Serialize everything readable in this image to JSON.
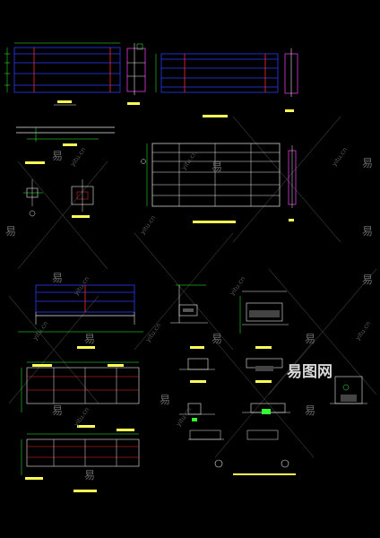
{
  "watermark": {
    "char": "易",
    "site": "yitu.cn"
  },
  "logo": {
    "text": "易图网"
  },
  "colors": {
    "background": "#000000",
    "cyan": "#00e5ff",
    "blue": "#2a3cff",
    "red": "#ff2a2a",
    "white": "#e8e8e8",
    "green": "#33ff33",
    "yellow": "#ffff55",
    "magenta": "#ff44ff",
    "watermark": "#6a6a6a"
  }
}
